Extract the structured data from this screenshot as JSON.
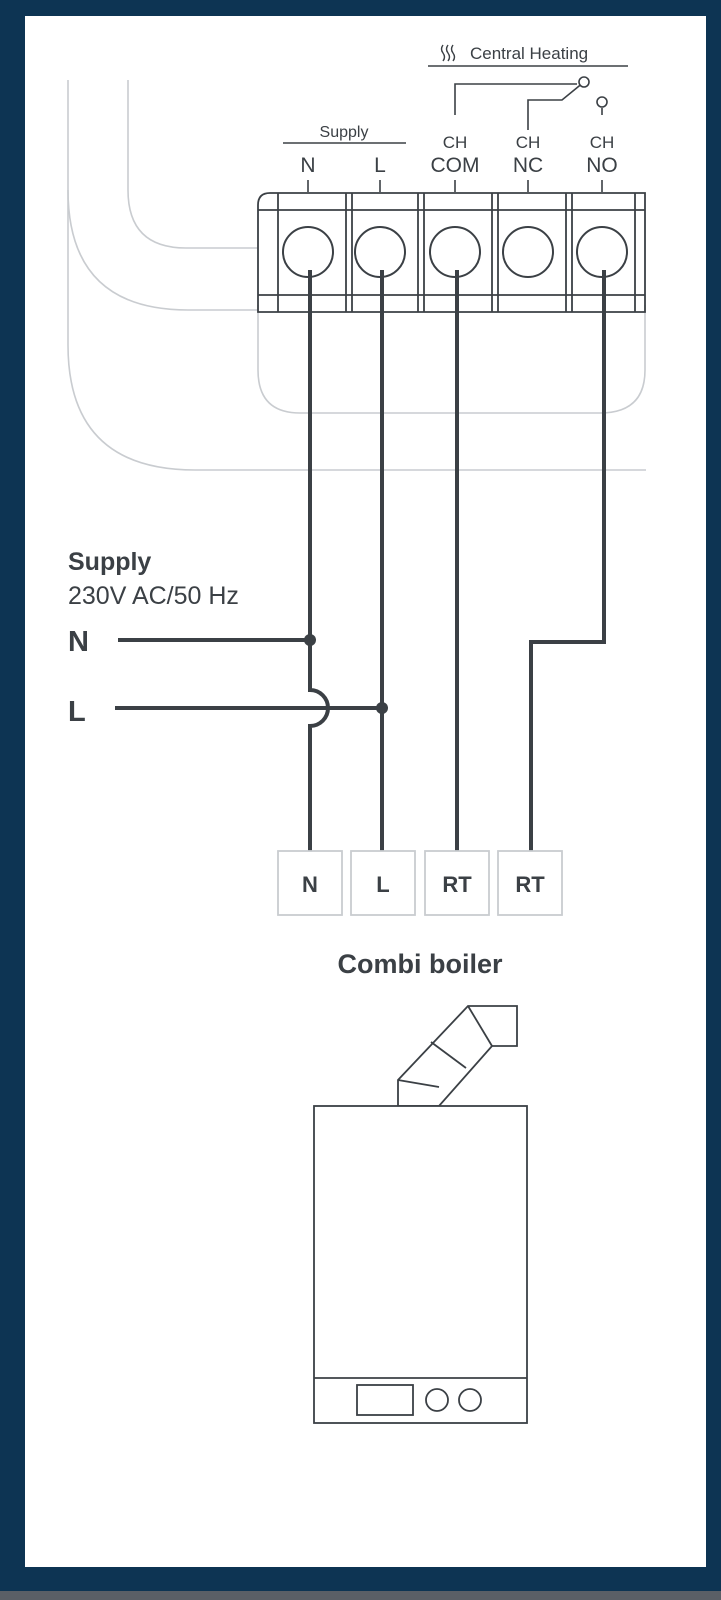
{
  "header": {
    "central_heating_icon": "heat-waves-icon",
    "central_heating_label": "Central Heating",
    "supply_group_label": "Supply"
  },
  "terminals": [
    {
      "top": "",
      "bottom": "N"
    },
    {
      "top": "",
      "bottom": "L"
    },
    {
      "top": "CH",
      "bottom": "COM"
    },
    {
      "top": "CH",
      "bottom": "NC"
    },
    {
      "top": "CH",
      "bottom": "NO"
    }
  ],
  "supply": {
    "title": "Supply",
    "spec": "230V AC/50 Hz",
    "n_label": "N",
    "l_label": "L"
  },
  "boiler": {
    "terminals": [
      "N",
      "L",
      "RT",
      "RT"
    ],
    "title": "Combi boiler"
  },
  "colors": {
    "frame": "#0d3453",
    "wire": "#3b4045",
    "outline": "#c9ccd0"
  }
}
